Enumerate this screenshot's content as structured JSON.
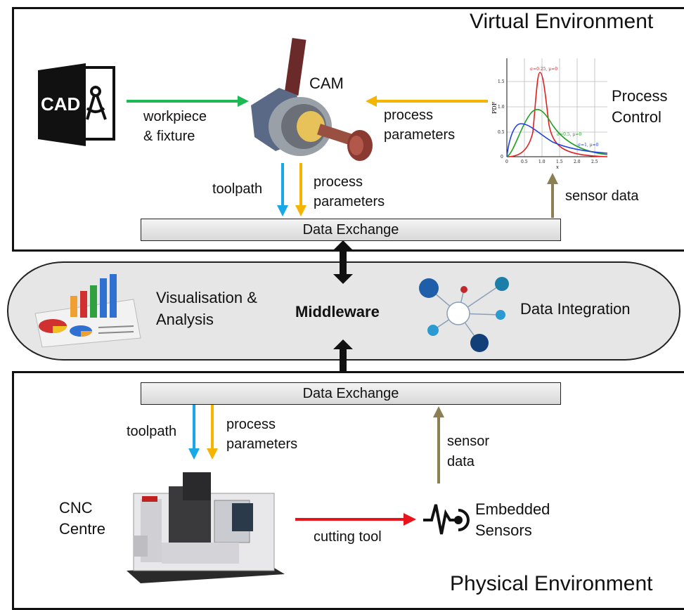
{
  "virtual_env": {
    "title": "Virtual Environment",
    "cad_text": "CAD",
    "cam_label": "CAM",
    "edge_workpiece_1": "workpiece",
    "edge_workpiece_2": "& fixture",
    "edge_process_1": "process",
    "edge_process_2": "parameters",
    "process_control_1": "Process",
    "process_control_2": "Control",
    "toolpath": "toolpath",
    "process_params_1": "process",
    "process_params_2": "parameters",
    "sensor_data": "sensor data",
    "data_exchange": "Data Exchange",
    "pdf_chart": {
      "ylabel": "PDF",
      "xlabel": "x",
      "xticks": [
        "0",
        "0.5",
        "1.0",
        "1.5",
        "2.0",
        "2.5"
      ],
      "yticks": [
        "0",
        "0.5",
        "1.0",
        "1.5"
      ],
      "series": [
        {
          "name": "σ=0.25, μ=0",
          "color": "#e02020"
        },
        {
          "name": "σ=0.5, μ=0",
          "color": "#20a020"
        },
        {
          "name": "σ=1, μ=0",
          "color": "#2040e0"
        }
      ]
    }
  },
  "middleware": {
    "title": "Middleware",
    "visualisation_1": "Visualisation &",
    "visualisation_2": "Analysis",
    "integration": "Data Integration"
  },
  "physical_env": {
    "title": "Physical Environment",
    "data_exchange": "Data Exchange",
    "toolpath": "toolpath",
    "process_params_1": "process",
    "process_params_2": "parameters",
    "sensor_data_1": "sensor",
    "sensor_data_2": "data",
    "cnc_1": "CNC",
    "cnc_2": "Centre",
    "cutting_tool": "cutting tool",
    "embedded_1": "Embedded",
    "embedded_2": "Sensors"
  },
  "colors": {
    "green_arrow": "#1db954",
    "orange_arrow": "#f5b400",
    "blue_arrow": "#1aa7e8",
    "olive_arrow": "#8c7f54",
    "red_arrow": "#e8141c",
    "middleware_fill": "#e6e6e6"
  }
}
